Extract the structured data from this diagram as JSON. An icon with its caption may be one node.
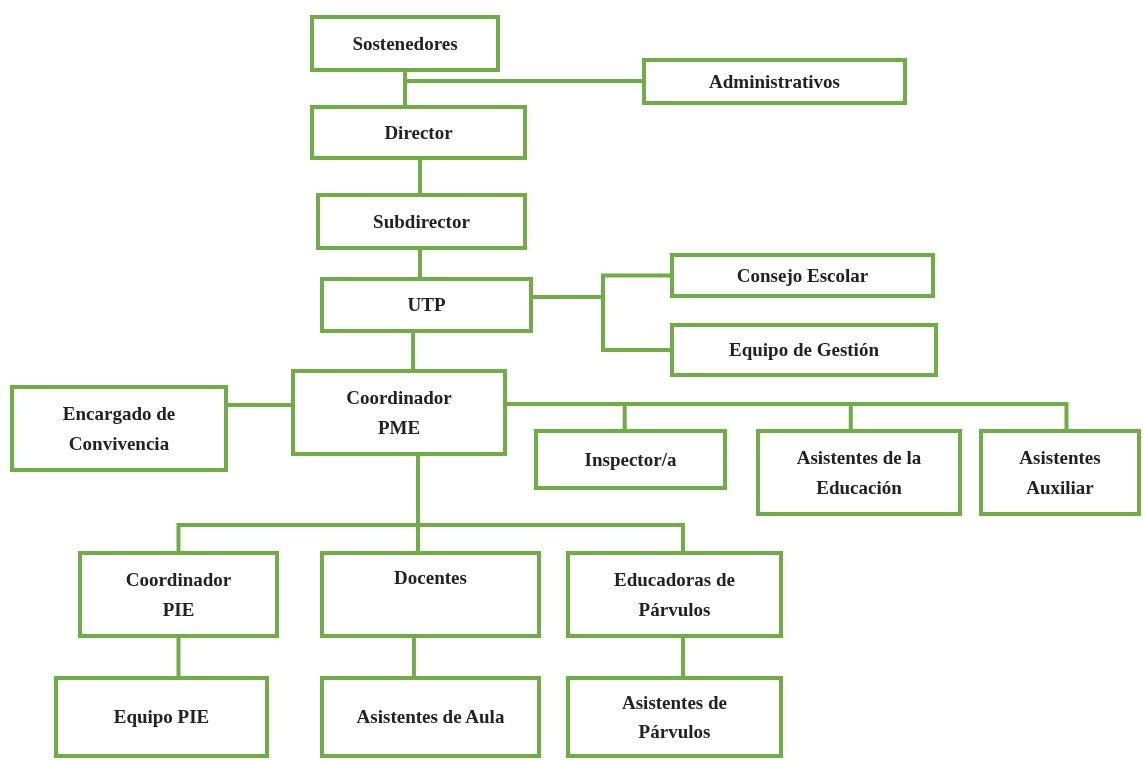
{
  "diagram": {
    "nodes": [
      {
        "text": [
          "Sostenedores"
        ]
      },
      {
        "text": [
          "Administrativos"
        ]
      },
      {
        "text": [
          "Director"
        ]
      },
      {
        "text": [
          "Subdirector"
        ]
      },
      {
        "text": [
          "UTP"
        ]
      },
      {
        "text": [
          "Consejo Escolar"
        ]
      },
      {
        "text": [
          "Equipo de Gestión"
        ]
      },
      {
        "text": [
          "Encargado de Convivencia"
        ]
      },
      {
        "text": [
          "Coordinador PME"
        ]
      },
      {
        "text": [
          "Inspector/a"
        ]
      },
      {
        "text": [
          "Asistentes de la Educación"
        ]
      },
      {
        "text": [
          "Asistentes Auxiliar"
        ]
      },
      {
        "text": [
          "Coordinador PIE"
        ]
      },
      {
        "text": [
          "Docentes"
        ]
      },
      {
        "text": [
          "Educadoras de Párvulos"
        ]
      },
      {
        "text": [
          "Equipo PIE"
        ]
      },
      {
        "text": [
          "Asistentes de Aula"
        ]
      },
      {
        "text": [
          "Asistentes de Párvulos"
        ]
      }
    ],
    "edges": [
      {
        "from": 0,
        "to": 2,
        "arrow": "none"
      },
      {
        "from": 0,
        "to": 1,
        "arrow": "none"
      },
      {
        "from": 2,
        "to": 3,
        "arrow": "none"
      },
      {
        "from": 3,
        "to": 4,
        "arrow": "none"
      },
      {
        "from": 4,
        "to": 5,
        "arrow": "none"
      },
      {
        "from": 4,
        "to": 6,
        "arrow": "none"
      },
      {
        "from": 4,
        "to": 8,
        "arrow": "none"
      },
      {
        "from": 8,
        "to": 7,
        "arrow": "none"
      },
      {
        "from": 8,
        "to": 9,
        "arrow": "none"
      },
      {
        "from": 8,
        "to": 10,
        "arrow": "none"
      },
      {
        "from": 8,
        "to": 11,
        "arrow": "none"
      },
      {
        "from": 8,
        "to": 12,
        "arrow": "none"
      },
      {
        "from": 8,
        "to": 13,
        "arrow": "none"
      },
      {
        "from": 8,
        "to": 14,
        "arrow": "none"
      },
      {
        "from": 12,
        "to": 15,
        "arrow": "none"
      },
      {
        "from": 13,
        "to": 16,
        "arrow": "none"
      },
      {
        "from": 14,
        "to": 17,
        "arrow": "none"
      }
    ]
  }
}
